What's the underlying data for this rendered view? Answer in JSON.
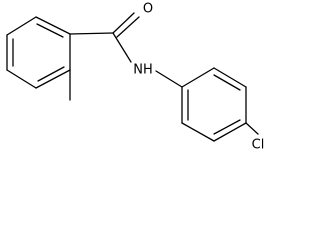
{
  "atom_labels": {
    "oxygen": "O",
    "amide_nitrogen": "NH",
    "chlorine": "Cl"
  }
}
